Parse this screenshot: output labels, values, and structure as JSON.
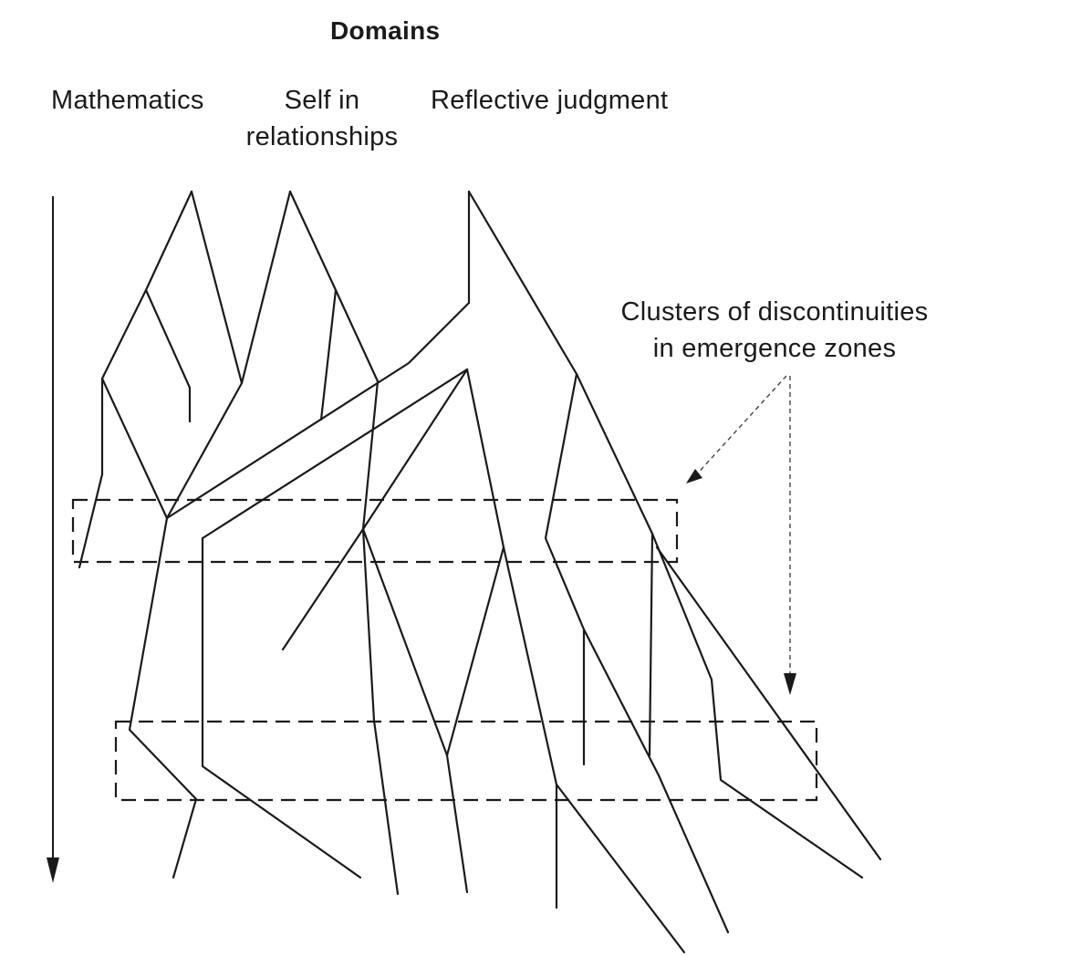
{
  "heading": "Domains",
  "domains": [
    {
      "line1": "Mathematics",
      "line2": ""
    },
    {
      "line1": "Self in",
      "line2": "relationships"
    },
    {
      "line1": "Reflective judgment",
      "line2": ""
    }
  ],
  "annotation": {
    "line1": "Clusters of discontinuities",
    "line2": "in emergence zones"
  }
}
